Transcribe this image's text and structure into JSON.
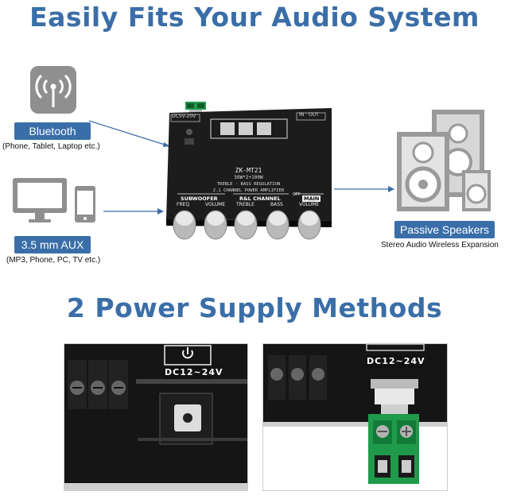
{
  "headings": {
    "fits": "Easily Fits Your Audio System",
    "power": "2 Power Supply Methods"
  },
  "sources": {
    "bluetooth": {
      "label": "Bluetooth",
      "devices": "(Phone, Tablet, Laptop etc.)",
      "icon": "bluetooth-signal-icon"
    },
    "aux": {
      "label": "3.5 mm AUX",
      "devices": "(MP3, Phone, PC, TV etc.)",
      "icon": "monitor-phone-icon"
    }
  },
  "output": {
    "label": "Passive Speakers",
    "caption": "Stereo Audio Wireless Expansion",
    "icon": "speakers-icon"
  },
  "board": {
    "model": "ZK-MT21",
    "power_rating": "50W*2+100W",
    "regulation": "TREBLE · BASS REGULATION",
    "description": "2.1 CHANNEL POWER AMPLIFIER",
    "subwoofer_section": "SUBWOOFER",
    "rl_section": "R&L CHANNEL",
    "main_section": "MAIN",
    "knobs": [
      "FREQ",
      "VOLUME",
      "TREBLE",
      "BASS",
      "VOLUME"
    ],
    "off_label": "OFF",
    "dc_small": "DC5V-20V",
    "io_small": "IN · OUT"
  },
  "photos": {
    "left_label": "DC12~24V",
    "right_label": "DC12~24V"
  },
  "colors": {
    "accent": "#3a6ea8",
    "terminal_green": "#1f9a4a"
  }
}
